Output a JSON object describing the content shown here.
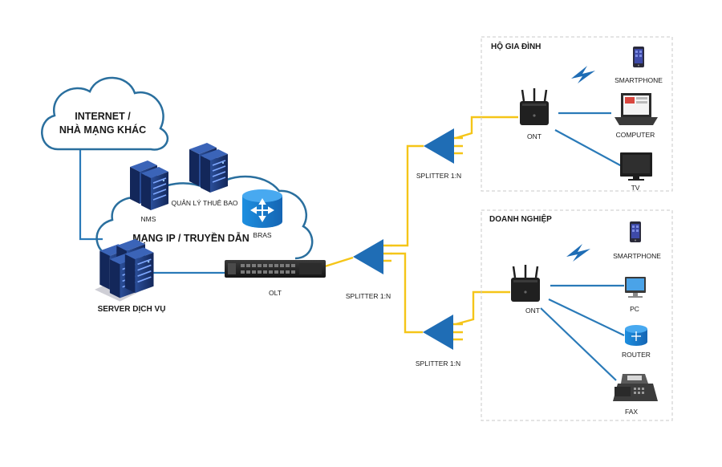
{
  "labels": {
    "internet_line1": "INTERNET /",
    "internet_line2": "NHÀ MẠNG KHÁC",
    "nms": "NMS",
    "subscriber_mgmt": "QUẢN LÝ THUÊ BAO",
    "bras": "BRAS",
    "ip_network": "MẠNG IP / TRUYỀN DẪN",
    "service_server": "SERVER DỊCH VỤ",
    "olt": "OLT",
    "splitter_main": "SPLITTER 1:N",
    "splitter_home": "SPLITTER 1:N",
    "splitter_business": "SPLITTER 1:N",
    "household_title": "HỘ GIA ĐÌNH",
    "business_title": "DOANH NGHIỆP",
    "ont_home": "ONT",
    "ont_business": "ONT",
    "home_smartphone": "SMARTPHONE",
    "home_computer": "COMPUTER",
    "home_tv": "TV",
    "biz_smartphone": "SMARTPHONE",
    "biz_pc": "PC",
    "biz_router": "ROUTER",
    "biz_fax": "FAX"
  },
  "colors": {
    "copper_link": "#2a7ab8",
    "fiber_link": "#f5c518",
    "cloud_outline": "#2a6f9e",
    "splitter": "#1f6db5",
    "server": "#1f3a7a",
    "router_db": "#1a7fd1",
    "frame_border": "#c8c8c8"
  },
  "icons": {
    "cloud": "cloud-icon",
    "server": "server-icon",
    "database": "router-database-icon",
    "splitter": "splitter-icon",
    "ont": "ont-router-icon",
    "wireless": "wireless-bolt-icon"
  }
}
